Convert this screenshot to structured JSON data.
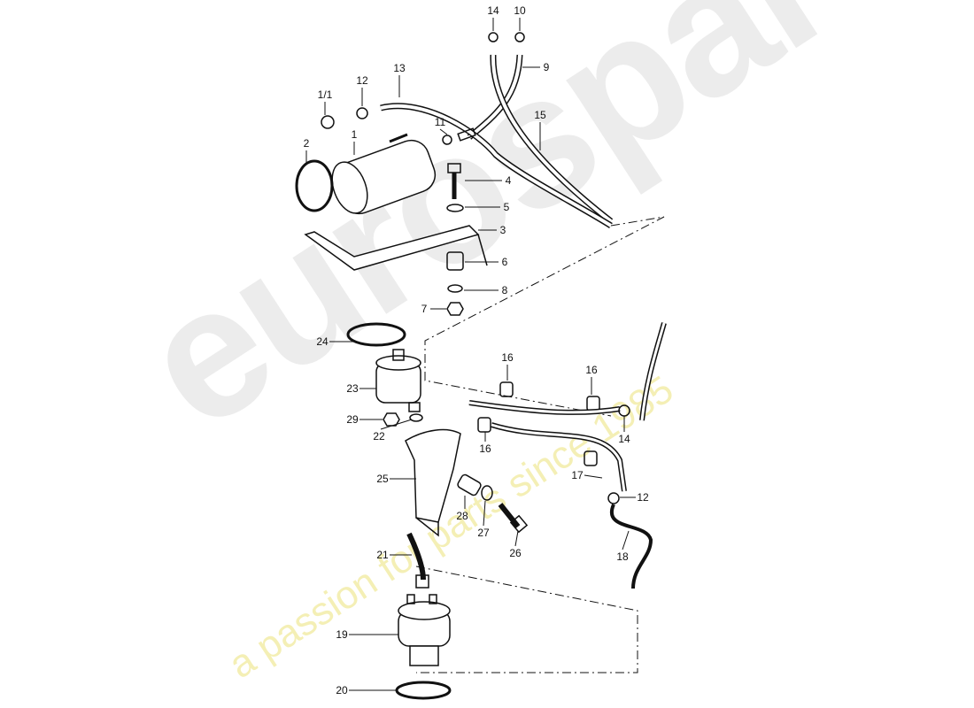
{
  "watermark": {
    "brand": "eurospares",
    "tagline": "a passion for parts since 1985"
  },
  "callouts": [
    "14",
    "10",
    "9",
    "13",
    "12",
    "1/1",
    "11",
    "15",
    "2",
    "1",
    "4",
    "5",
    "3",
    "6",
    "8",
    "7",
    "24",
    "16",
    "16",
    "23",
    "29",
    "22",
    "14",
    "16",
    "17",
    "12",
    "25",
    "28",
    "27",
    "26",
    "18",
    "21",
    "19",
    "20"
  ],
  "colors": {
    "line": "#111111",
    "watermark_gray": "#c8c8c8",
    "watermark_yellow": "#ebe178"
  }
}
